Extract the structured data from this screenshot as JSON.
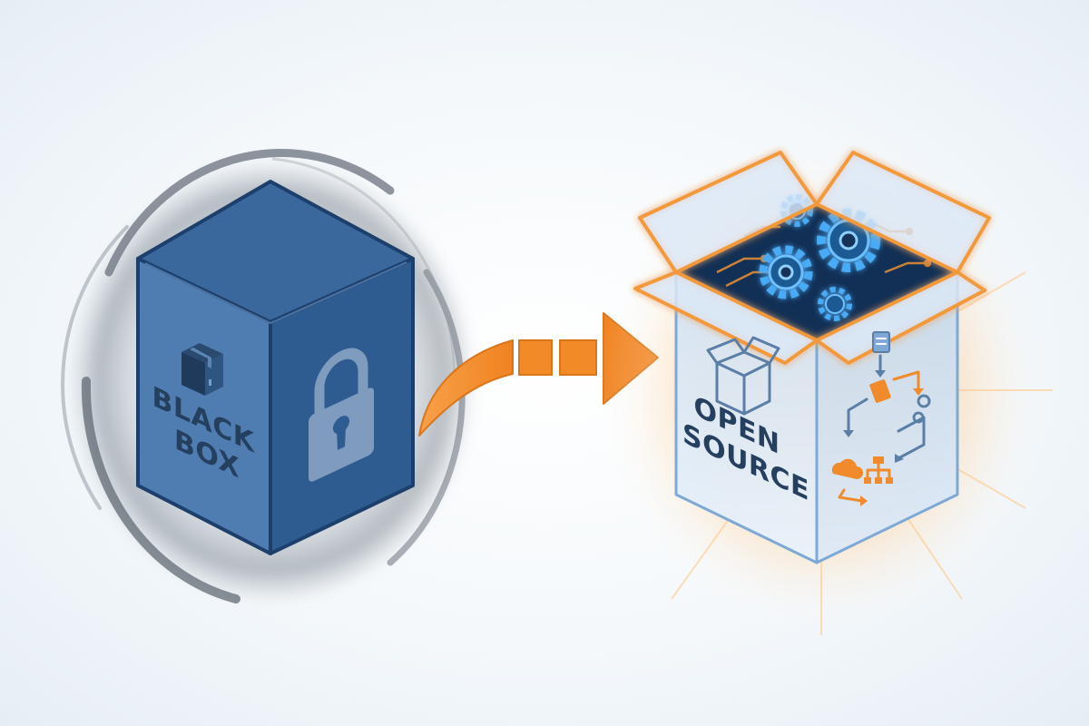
{
  "left_box": {
    "label_line1": "BLACK",
    "label_line2": "BOX",
    "icons": [
      "box-icon",
      "padlock-icon"
    ]
  },
  "right_box": {
    "label_line1": "OPEN",
    "label_line2": "SOURCE",
    "icons": [
      "open-box-icon",
      "gear-icon",
      "circuit-icon",
      "document-icon",
      "workflow-icon",
      "cloud-icon",
      "hierarchy-icon"
    ]
  },
  "connector": {
    "type": "arrow",
    "direction": "right"
  },
  "colors": {
    "black_box_front": "#4f7db1",
    "black_box_side": "#2e5b90",
    "black_box_top": "#3a679c",
    "black_box_outline": "#1d3f6b",
    "label_dark": "#253f5f",
    "open_box_glass": "#dce9f6",
    "open_box_outline": "#7ea9d6",
    "accent_orange": "#f28a25",
    "gear_blue": "#3aa0f0",
    "circuit_bg": "#123056",
    "swirl_gray": "#5b6470"
  }
}
